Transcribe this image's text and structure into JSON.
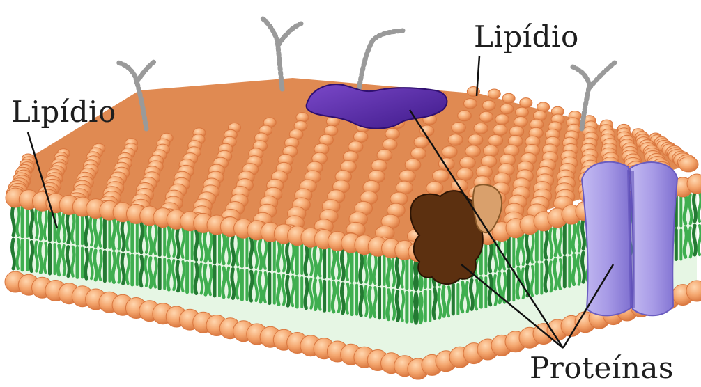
{
  "labels": {
    "lipid_left": "Lipídio",
    "lipid_right": "Lipídio",
    "proteins": "Proteínas"
  },
  "colors": {
    "lipid_head": "#f4a66e",
    "lipid_head_shade": "#d9773f",
    "lipid_tail": "#3fae4f",
    "lipid_tail_dark": "#237a32",
    "peripheral_protein": "#5a2aa8",
    "channel_protein": "#a79ae6",
    "integral_protein": "#5c3010",
    "small_protein": "#d9a06c",
    "glyco_chain": "#b8b8b8",
    "leader_line": "#111111",
    "label_text": "#1e1e1e"
  }
}
